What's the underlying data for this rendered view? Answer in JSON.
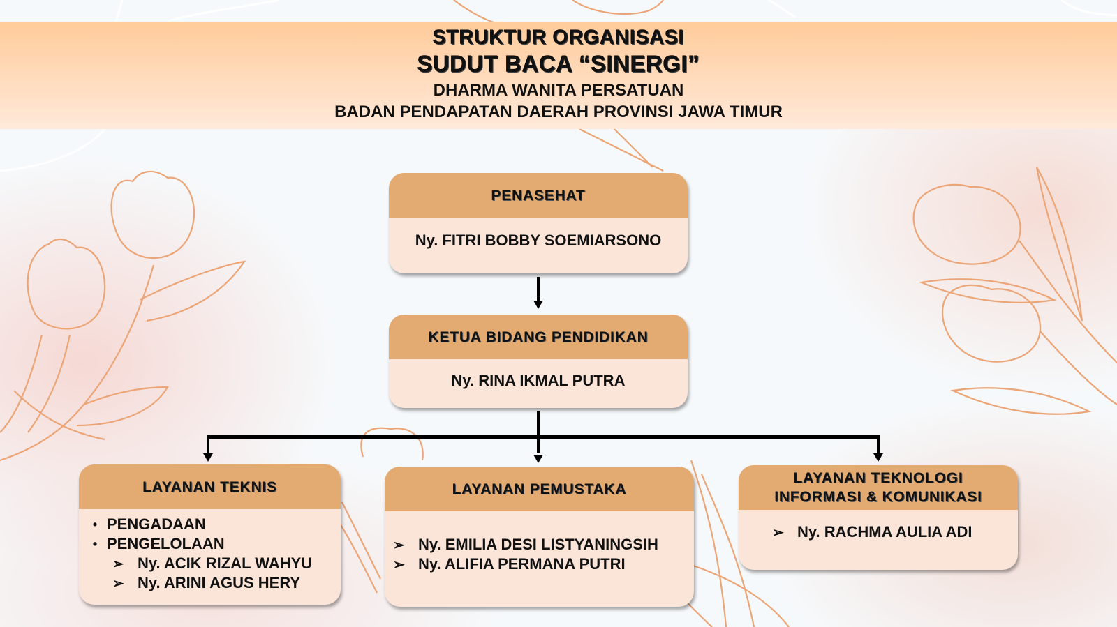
{
  "header": {
    "title_line1": "STRUKTUR ORGANISASI",
    "title_line2": "SUDUT BACA “SINERGI”",
    "subtitle_line1": "DHARMA WANITA PERSATUAN",
    "subtitle_line2": "BADAN PENDAPATAN DAERAH PROVINSI JAWA TIMUR"
  },
  "colors": {
    "header_band_top": "#ffcb9a",
    "header_band_bottom": "#ffe9da",
    "card_header": "#e3ab72",
    "card_body": "#fbe4d8",
    "connector": "#000000",
    "floral_outline": "#eba577"
  },
  "nodes": {
    "penasehat": {
      "role": "PENASEHAT",
      "name": "Ny. FITRI BOBBY SOEMIARSONO"
    },
    "ketua": {
      "role": "KETUA BIDANG PENDIDIKAN",
      "name": "Ny. RINA IKMAL PUTRA"
    },
    "teknis": {
      "role": "LAYANAN TEKNIS",
      "tasks": [
        "PENGADAAN",
        "PENGELOLAAN"
      ],
      "members": [
        "Ny. ACIK RIZAL WAHYU",
        "Ny. ARINI AGUS HERY"
      ],
      "bullet_task": "•",
      "bullet_member": "➢"
    },
    "pemustaka": {
      "role": "LAYANAN PEMUSTAKA",
      "members": [
        "Ny. EMILIA DESI LISTYANINGSIH",
        "Ny. ALIFIA PERMANA PUTRI"
      ],
      "bullet_member": "➢"
    },
    "tik": {
      "role_line1": "LAYANAN TEKNOLOGI",
      "role_line2": "INFORMASI & KOMUNIKASI",
      "members": [
        "Ny. RACHMA AULIA ADI"
      ],
      "bullet_member": "➢"
    }
  }
}
